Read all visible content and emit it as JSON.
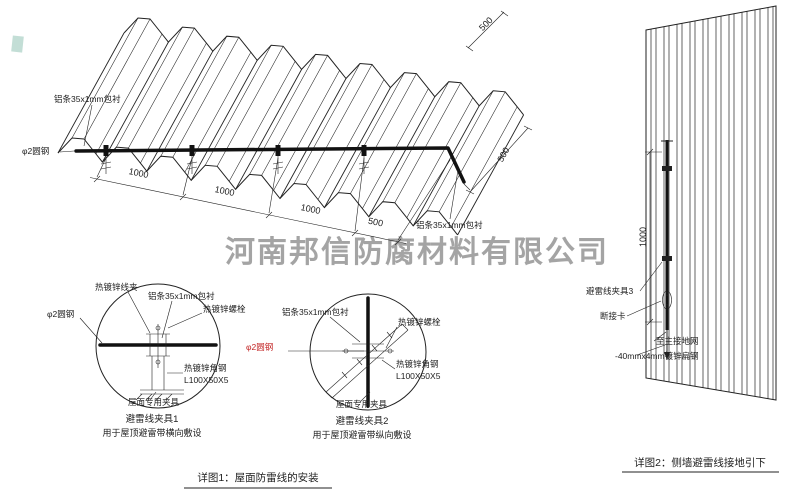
{
  "watermark": {
    "text": "河南邦信防腐材料有限公司"
  },
  "main": {
    "labels": {
      "alum_top": "铝条35x1mm包衬",
      "round_steel": "φ2圆钢",
      "alum_bottom": "铝条35x1mm包衬"
    },
    "dims": [
      "1000",
      "1000",
      "1000",
      "500"
    ],
    "right_500": "500",
    "top_500": "500",
    "caption": "详图1：屋面防雷线的安装"
  },
  "detail1": {
    "labels": {
      "clamp": "热镀锌线夹",
      "alum": "铝条35x1mm包衬",
      "bolt": "热镀锌螺栓",
      "round_steel": "φ2圆钢",
      "angle1": "热镀锌角钢",
      "angle2": "L100X50X5",
      "fixture": "屋面专用夹具"
    },
    "title": "避雷线夹具1",
    "subtitle": "用于屋顶避雷带横向敷设"
  },
  "detail2": {
    "labels": {
      "alum": "铝条35x1mm包衬",
      "bolt": "热镀锌螺栓",
      "round_steel": "φ2圆钢",
      "angle1": "热镀锌角钢",
      "angle2": "L100X50X5",
      "fixture": "屋面专用夹具"
    },
    "title": "避雷线夹具2",
    "subtitle": "用于屋顶避雷带纵向敷设"
  },
  "wall": {
    "dim": "1000",
    "labels": {
      "clamp3": "避雷线夹具3",
      "disconnect": "断接卡",
      "to_ground": "至主接地网",
      "flat_steel": "-40mmx4mm镀锌扁钢"
    },
    "caption": "详图2：侧墙避雷线接地引下"
  },
  "colors": {
    "line": "#222222",
    "red": "#c22222",
    "watermark": "#9b9b9b"
  }
}
